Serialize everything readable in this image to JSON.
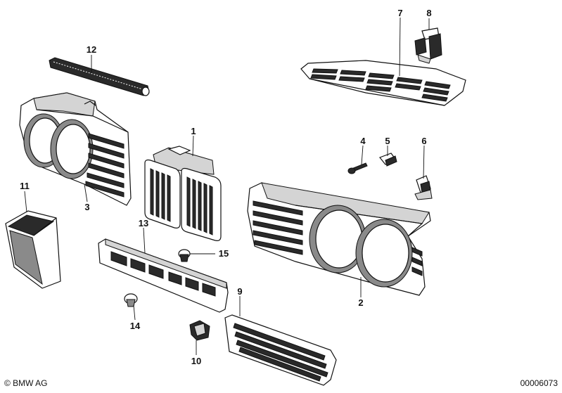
{
  "diagram": {
    "callouts": [
      {
        "id": "1",
        "label": "1"
      },
      {
        "id": "2",
        "label": "2"
      },
      {
        "id": "3",
        "label": "3"
      },
      {
        "id": "4",
        "label": "4"
      },
      {
        "id": "5",
        "label": "5"
      },
      {
        "id": "6",
        "label": "6"
      },
      {
        "id": "7",
        "label": "7"
      },
      {
        "id": "8",
        "label": "8"
      },
      {
        "id": "9",
        "label": "9"
      },
      {
        "id": "10",
        "label": "10"
      },
      {
        "id": "11",
        "label": "11"
      },
      {
        "id": "12",
        "label": "12"
      },
      {
        "id": "13",
        "label": "13"
      },
      {
        "id": "14",
        "label": "14"
      },
      {
        "id": "15",
        "label": "15"
      }
    ]
  },
  "footer": {
    "copyright": "© BMW AG",
    "diagram_number": "00006073"
  }
}
